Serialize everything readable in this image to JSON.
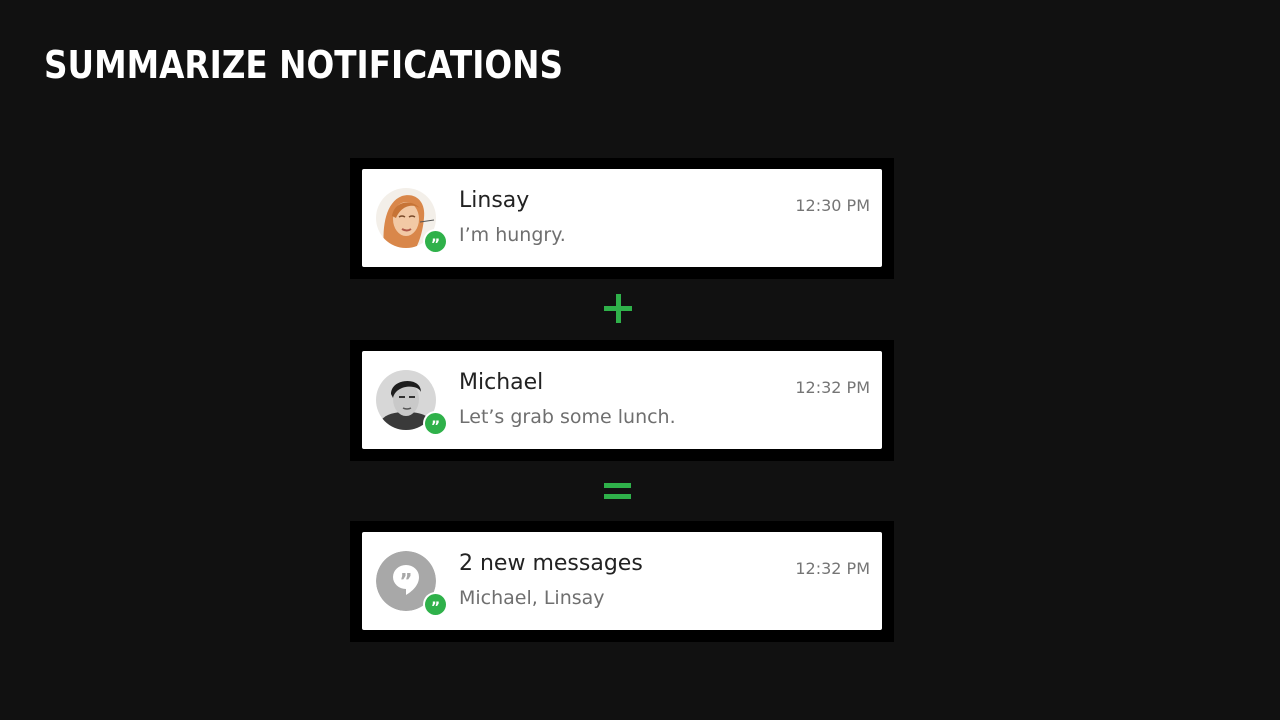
{
  "slide": {
    "title": "SUMMARIZE NOTIFICATIONS"
  },
  "notifications": [
    {
      "sender": "Linsay",
      "message": "I’m hungry.",
      "time": "12:30 PM",
      "avatar": "linsay-photo",
      "app_icon": "hangouts-icon"
    },
    {
      "sender": "Michael",
      "message": "Let’s grab some lunch.",
      "time": "12:32 PM",
      "avatar": "michael-photo",
      "app_icon": "hangouts-icon"
    },
    {
      "sender": "2 new messages",
      "message": "Michael, Linsay",
      "time": "12:32 PM",
      "avatar": "hangouts-gray-icon",
      "app_icon": "hangouts-icon"
    }
  ],
  "operators": {
    "plus": "plus-icon",
    "equals": "equals-icon"
  },
  "colors": {
    "background": "#111111",
    "frame": "#000000",
    "card": "#ffffff",
    "accent_green": "#2fb14a",
    "sender_text": "#222222",
    "secondary_text": "#6f6f6f",
    "time_text": "#757575",
    "avatar_gray": "#a8a8a8"
  }
}
